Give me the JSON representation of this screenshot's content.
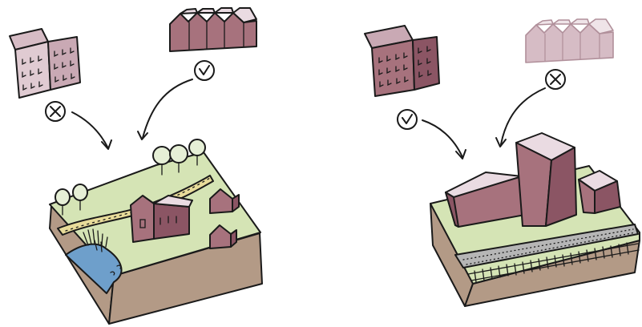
{
  "colors": {
    "outline": "#1a1a1a",
    "building_mauve": "#a7727d",
    "building_mauve_dark": "#8b5564",
    "building_roof_light": "#eadbe2",
    "faded_building": "#d6bcc5",
    "faded_building_dark": "#c4a4af",
    "grass": "#d5e4b5",
    "soil": "#b39a86",
    "path_sand": "#e8dc9a",
    "water": "#6e9fcb",
    "tree_canopy": "#e6efd6",
    "asphalt": "#b6b6b6"
  },
  "scenes": [
    {
      "id": "rural",
      "accepted": "terraced-houses-icon",
      "rejected": "apartment-block-icon",
      "features": [
        "grass-field",
        "sand-path",
        "pond",
        "reeds",
        "trees",
        "church",
        "small-houses"
      ]
    },
    {
      "id": "industrial",
      "accepted": "apartment-block-icon",
      "rejected": "terraced-houses-icon",
      "features": [
        "grass-strip",
        "road",
        "railway-track",
        "large-blocks"
      ]
    }
  ],
  "badges": {
    "check_symbol": "check-mark",
    "reject_symbol": "x-mark"
  }
}
